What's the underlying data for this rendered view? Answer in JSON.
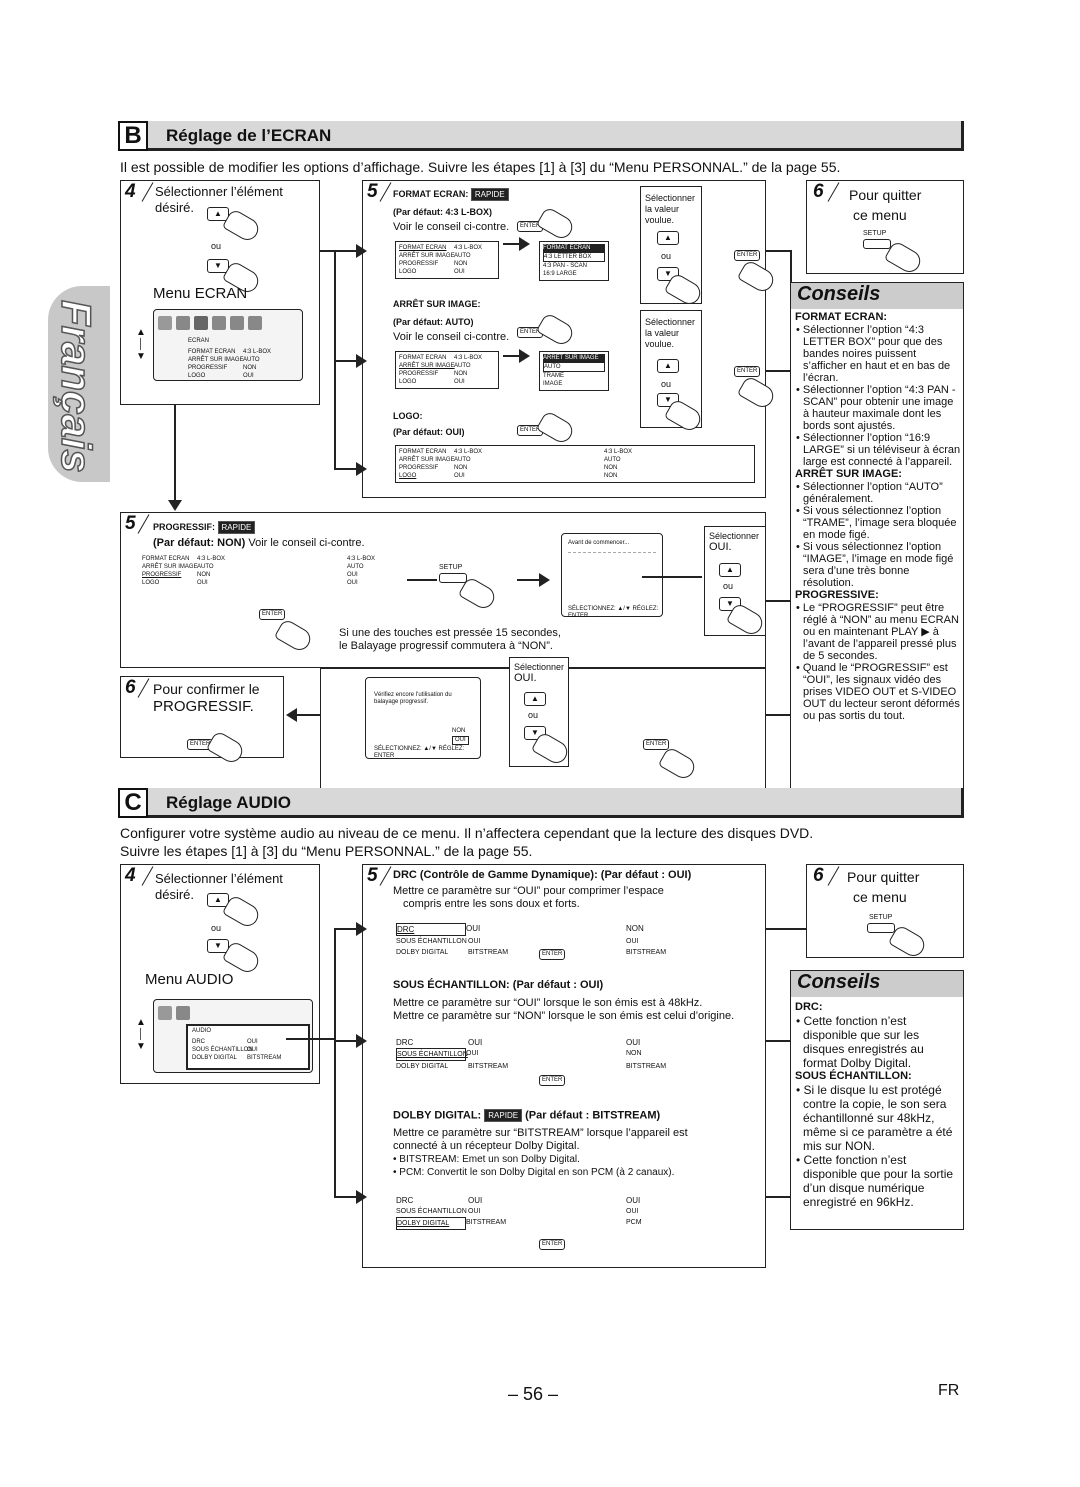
{
  "side_tab": "Français",
  "secB": {
    "letter": "B",
    "title": "Réglage de l’ECRAN",
    "intro": "Il est possible de modifier les options d’affichage. Suivre les étapes [1] à [3] du “Menu PERSONNAL.” de la page 55."
  },
  "stepB4": {
    "num": "4",
    "text1": "Sélectionner l’élément",
    "text2": "désiré.",
    "ou": "ou",
    "menu": "Menu ECRAN"
  },
  "menuEcran": [
    [
      "FORMAT ECRAN",
      "4:3 L-BOX"
    ],
    [
      "ARRÊT SUR IMAGE",
      "AUTO"
    ],
    [
      "PROGRESSIF",
      "NON"
    ],
    [
      "LOGO",
      "OUI"
    ]
  ],
  "menuEcranHead": "ECRAN",
  "stepB5": {
    "num": "5",
    "format": {
      "label": "FORMAT ECRAN:",
      "badge": "RAPIDE",
      "default": "(Par défaut: 4:3 L-BOX)",
      "note": "Voir le conseil ci-contre.",
      "options": [
        "FORMAT ECRAN",
        "4:3 LETTER BOX",
        "4:3 PAN - SCAN",
        "16:9 LARGE"
      ]
    },
    "arret": {
      "label": "ARRÊT SUR IMAGE:",
      "default": "(Par défaut: AUTO)",
      "note": "Voir le conseil ci-contre.",
      "options": [
        "ARRÊT SUR IMAGE",
        "AUTO",
        "TRAME",
        "IMAGE"
      ]
    },
    "logo": {
      "label": "LOGO:",
      "default": "(Par défaut: OUI)",
      "values": [
        "4:3 L-BOX",
        "AUTO",
        "NON",
        "NON"
      ]
    },
    "select": {
      "t1": "Sélectionner",
      "t2": "la valeur",
      "t3": "voulue.",
      "ou": "ou"
    },
    "enter": "ENTER"
  },
  "stepB6": {
    "num": "6",
    "t1": "Pour quitter",
    "t2": "ce menu",
    "setup": "SETUP"
  },
  "progressif": {
    "num": "5",
    "label": "PROGRESSIF:",
    "badge": "RAPIDE",
    "default": "(Par défaut: NON)",
    "note": "Voir le conseil ci-contre.",
    "values": [
      "4:3 L-BOX",
      "AUTO",
      "OUI",
      "OUI"
    ],
    "setup": "SETUP",
    "warn1": "Si une des touches est pressée 15 secondes,",
    "warn2": "le Balayage progressif commutera à “NON”.",
    "sel": "Sélectionner",
    "oui": "OUI.",
    "ou": "ou",
    "enter": "ENTER",
    "tv_text": "Avant de commencer...",
    "tv_foot": "SÉLECTIONNEZ: ▲/▼   RÉGLEZ: ENTER",
    "tv2_text": "Vérifiez encore l’utilisation du balayage progressif.",
    "tv2_non": "NON",
    "tv2_oui": "OUI"
  },
  "stepB6b": {
    "num": "6",
    "t1": "Pour confirmer le",
    "t2": "PROGRESSIF.",
    "enter": "ENTER",
    "sel": "Sélectionner",
    "oui": "OUI.",
    "ou": "ou"
  },
  "conseilsB": {
    "title": "Conseils",
    "sections": [
      {
        "head": "FORMAT ECRAN:",
        "items": [
          "Sélectionner l’option “4:3 LETTER BOX” pour que des bandes noires puissent s’afficher en haut et en bas de l’écran.",
          "Sélectionner l’option “4:3 PAN - SCAN” pour obtenir une image à hauteur maximale dont les bords sont ajustés.",
          "Sélectionner l’option “16:9 LARGE” si un téléviseur à écran large est connecté à l’appareil."
        ]
      },
      {
        "head": "ARRÊT SUR IMAGE:",
        "items": [
          "Sélectionner l’option “AUTO” généralement.",
          "Si vous sélectionnez l’option “TRAME”, l’image sera bloquée en mode figé.",
          "Si vous sélectionnez l’option “IMAGE”, l’image en mode figé sera d’une très bonne résolution."
        ]
      },
      {
        "head": "PROGRESSIVE:",
        "items": [
          "Le “PROGRESSIF” peut être réglé à “NON” au menu ECRAN ou en maintenant PLAY ▶ à l’avant de l’appareil pressé plus de 5 secondes.",
          "Quand le “PROGRESSIF” est “OUI”, les signaux vidéo des prises VIDEO OUT et S-VIDEO OUT du lecteur seront déformés ou pas sortis du tout."
        ]
      }
    ]
  },
  "secC": {
    "letter": "C",
    "title": "Réglage AUDIO",
    "intro1": "Configurer votre système audio au niveau de ce menu. Il n’affectera cependant que la lecture des disques DVD.",
    "intro2": "Suivre les étapes [1] à [3] du “Menu PERSONNAL.” de la page 55."
  },
  "stepC4": {
    "num": "4",
    "text1": "Sélectionner l’élément",
    "text2": "désiré.",
    "ou": "ou",
    "menu": "Menu AUDIO",
    "head": "AUDIO"
  },
  "menuAudio": [
    [
      "DRC",
      "OUI"
    ],
    [
      "SOUS ÉCHANTILLON",
      "OUI"
    ],
    [
      "DOLBY DIGITAL",
      "BITSTREAM"
    ]
  ],
  "stepC5": {
    "num": "5",
    "drc": {
      "label": "DRC (Contrôle de Gamme Dynamique): (Par défaut : OUI)",
      "t1": "Mettre ce paramètre sur “OUI” pour comprimer l’espace",
      "t2": "compris entre les sons doux et forts.",
      "after": [
        "NON",
        "OUI",
        "BITSTREAM"
      ]
    },
    "sous": {
      "label": "SOUS ÉCHANTILLON: (Par défaut : OUI)",
      "t1": "Mettre ce paramètre sur “OUI” lorsque le son émis est à 48kHz.",
      "t2": "Mettre ce paramètre sur “NON” lorsque le son émis est celui d’origine.",
      "after": [
        "OUI",
        "NON",
        "BITSTREAM"
      ]
    },
    "dolby": {
      "label": "DOLBY DIGITAL:",
      "badge": "RAPIDE",
      "default": "(Par défaut : BITSTREAM)",
      "t1": "Mettre ce paramètre sur “BITSTREAM” lorsque l’appareil est",
      "t2": "connecté à un récepteur Dolby Digital.",
      "b1": "• BITSTREAM: Emet un son Dolby Digital.",
      "b2": "• PCM: Convertit le son Dolby Digital en son PCM (à 2 canaux).",
      "after": [
        "OUI",
        "OUI",
        "PCM"
      ]
    },
    "enter": "ENTER"
  },
  "stepC6": {
    "num": "6",
    "t1": "Pour quitter",
    "t2": "ce menu",
    "setup": "SETUP"
  },
  "conseilsC": {
    "title": "Conseils",
    "sections": [
      {
        "head": "DRC:",
        "items": [
          "Cette fonction n’est disponible que sur les disques enregistrés au format Dolby Digital."
        ]
      },
      {
        "head": "SOUS ÉCHANTILLON:",
        "items": [
          "Si le disque lu est protégé contre la copie, le son sera échantillonné sur 48kHz, même si ce paramètre a été mis sur NON.",
          "Cette fonction n’est disponible que pour la sortie d’un disque numérique enregistré en 96kHz."
        ]
      }
    ]
  },
  "footer": {
    "page": "– 56 –",
    "lang": "FR"
  }
}
